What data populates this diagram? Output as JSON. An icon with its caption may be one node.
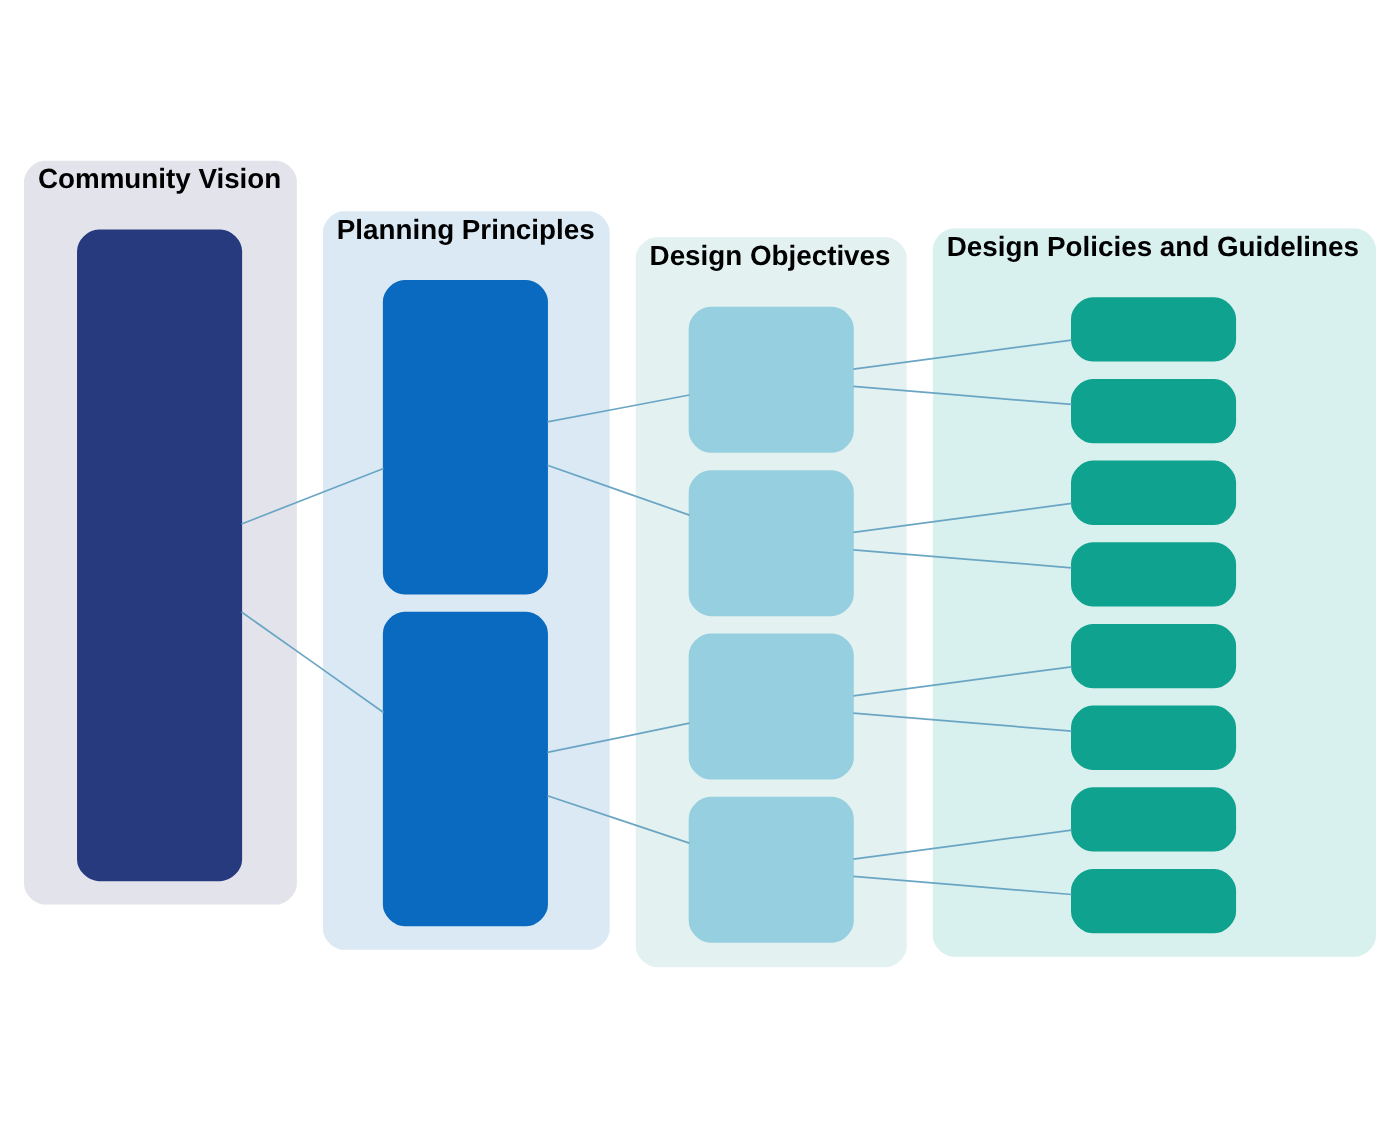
{
  "diagram": {
    "nodes": [
      {
        "text": [
          "Community Vision"
        ]
      },
      {
        "text": [],
        "shape": "box",
        "in": 0
      },
      {
        "text": [
          "Planning Principles"
        ]
      },
      {
        "text": [],
        "shape": "box",
        "in": 2
      },
      {
        "text": [],
        "shape": "box",
        "in": 2
      },
      {
        "text": [
          "Design Objectives"
        ]
      },
      {
        "text": [],
        "shape": "box",
        "in": 5
      },
      {
        "text": [],
        "shape": "box",
        "in": 5
      },
      {
        "text": [],
        "shape": "box",
        "in": 5
      },
      {
        "text": [],
        "shape": "box",
        "in": 5
      },
      {
        "text": [
          "Design Policies and Guidelines"
        ]
      },
      {
        "text": [],
        "shape": "box",
        "in": 10
      },
      {
        "text": [],
        "shape": "box",
        "in": 10
      },
      {
        "text": [],
        "shape": "box",
        "in": 10
      },
      {
        "text": [],
        "shape": "box",
        "in": 10
      },
      {
        "text": [],
        "shape": "box",
        "in": 10
      },
      {
        "text": [],
        "shape": "box",
        "in": 10
      },
      {
        "text": [],
        "shape": "box",
        "in": 10
      },
      {
        "text": [],
        "shape": "box",
        "in": 10
      }
    ],
    "edges": [
      {
        "from": 1,
        "to": 3,
        "arrow": "none"
      },
      {
        "from": 1,
        "to": 4,
        "arrow": "none"
      },
      {
        "from": 3,
        "to": 6,
        "arrow": "none"
      },
      {
        "from": 3,
        "to": 7,
        "arrow": "none"
      },
      {
        "from": 4,
        "to": 8,
        "arrow": "none"
      },
      {
        "from": 4,
        "to": 9,
        "arrow": "none"
      },
      {
        "from": 6,
        "to": 11,
        "arrow": "none"
      },
      {
        "from": 6,
        "to": 12,
        "arrow": "none"
      },
      {
        "from": 7,
        "to": 13,
        "arrow": "none"
      },
      {
        "from": 7,
        "to": 14,
        "arrow": "none"
      },
      {
        "from": 8,
        "to": 15,
        "arrow": "none"
      },
      {
        "from": 8,
        "to": 16,
        "arrow": "none"
      },
      {
        "from": 9,
        "to": 17,
        "arrow": "none"
      },
      {
        "from": 9,
        "to": 18,
        "arrow": "none"
      }
    ]
  }
}
